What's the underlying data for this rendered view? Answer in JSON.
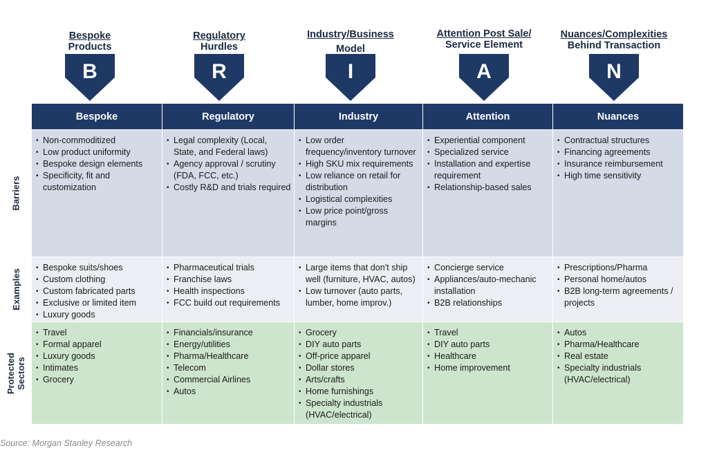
{
  "columns": [
    {
      "title_line1": "Bespoke",
      "title_line2": "Products",
      "letter": "B",
      "header": "Bespoke"
    },
    {
      "title_line1": "Regulatory",
      "title_line2": "Hurdles",
      "letter": "R",
      "header": "Regulatory"
    },
    {
      "title_line1": "Industry/Business",
      "title_line2": "Model",
      "letter": "I",
      "header": "Industry"
    },
    {
      "title_line1": "Attention Post Sale/",
      "title_line2": "Service Element",
      "letter": "A",
      "header": "Attention"
    },
    {
      "title_line1": "Nuances/Complexities",
      "title_line2": "Behind Transaction",
      "letter": "N",
      "header": "Nuances"
    }
  ],
  "rows": {
    "barriers": {
      "label": "Barriers",
      "cells": [
        [
          "Non-commoditized",
          "Low product uniformity",
          "Bespoke design elements",
          "Specificity, fit and customization"
        ],
        [
          "Legal complexity (Local, State, and Federal laws)",
          "Agency approval / scrutiny (FDA, FCC, etc.)",
          "Costly R&D and trials required"
        ],
        [
          "Low order frequency/inventory turnover",
          "High SKU mix requirements",
          "Low reliance on retail for distribution",
          "Logistical complexities",
          "Low price point/gross margins"
        ],
        [
          "Experiential component",
          "Specialized service",
          "Installation and expertise requirement",
          "Relationship-based sales"
        ],
        [
          "Contractual structures",
          "Financing agreements",
          "Insurance reimbursement",
          "High time sensitivity"
        ]
      ]
    },
    "examples": {
      "label": "Examples",
      "cells": [
        [
          "Bespoke suits/shoes",
          "Custom clothing",
          "Custom fabricated parts",
          "Exclusive or limited item",
          "Luxury goods"
        ],
        [
          "Pharmaceutical trials",
          "Franchise laws",
          "Health inspections",
          "FCC build out requirements"
        ],
        [
          "Large items that don't ship well (furniture, HVAC, autos)",
          "Low turnover (auto parts, lumber, home improv.)"
        ],
        [
          "Concierge service",
          "Appliances/auto-mechanic installation",
          "B2B relationships"
        ],
        [
          "Prescriptions/Pharma",
          "Personal home/autos",
          "B2B long-term agreements / projects"
        ]
      ]
    },
    "sectors": {
      "label_line1": "Protected",
      "label_line2": "Sectors",
      "cells": [
        [
          "Travel",
          "Formal apparel",
          "Luxury goods",
          "Intimates",
          "Grocery"
        ],
        [
          "Financials/insurance",
          "Energy/utilities",
          "Pharma/Healthcare",
          "Telecom",
          "Commercial Airlines",
          "Autos"
        ],
        [
          "Grocery",
          "DIY auto parts",
          "Off-price apparel",
          "Dollar stores",
          "Arts/crafts",
          "Home furnishings",
          "Specialty industrials (HVAC/electrical)"
        ],
        [
          "Travel",
          "DIY auto parts",
          "Healthcare",
          "Home improvement"
        ],
        [
          "Autos",
          "Pharma/Healthcare",
          "Real estate",
          "Specialty industrials (HVAC/electrical)"
        ]
      ]
    }
  },
  "source": "Source: Morgan Stanley Research",
  "colors": {
    "navy": "#1f3966",
    "barriers_bg": "#d4dae6",
    "examples_bg": "#eceef4",
    "sectors_bg": "#cde5cc"
  }
}
